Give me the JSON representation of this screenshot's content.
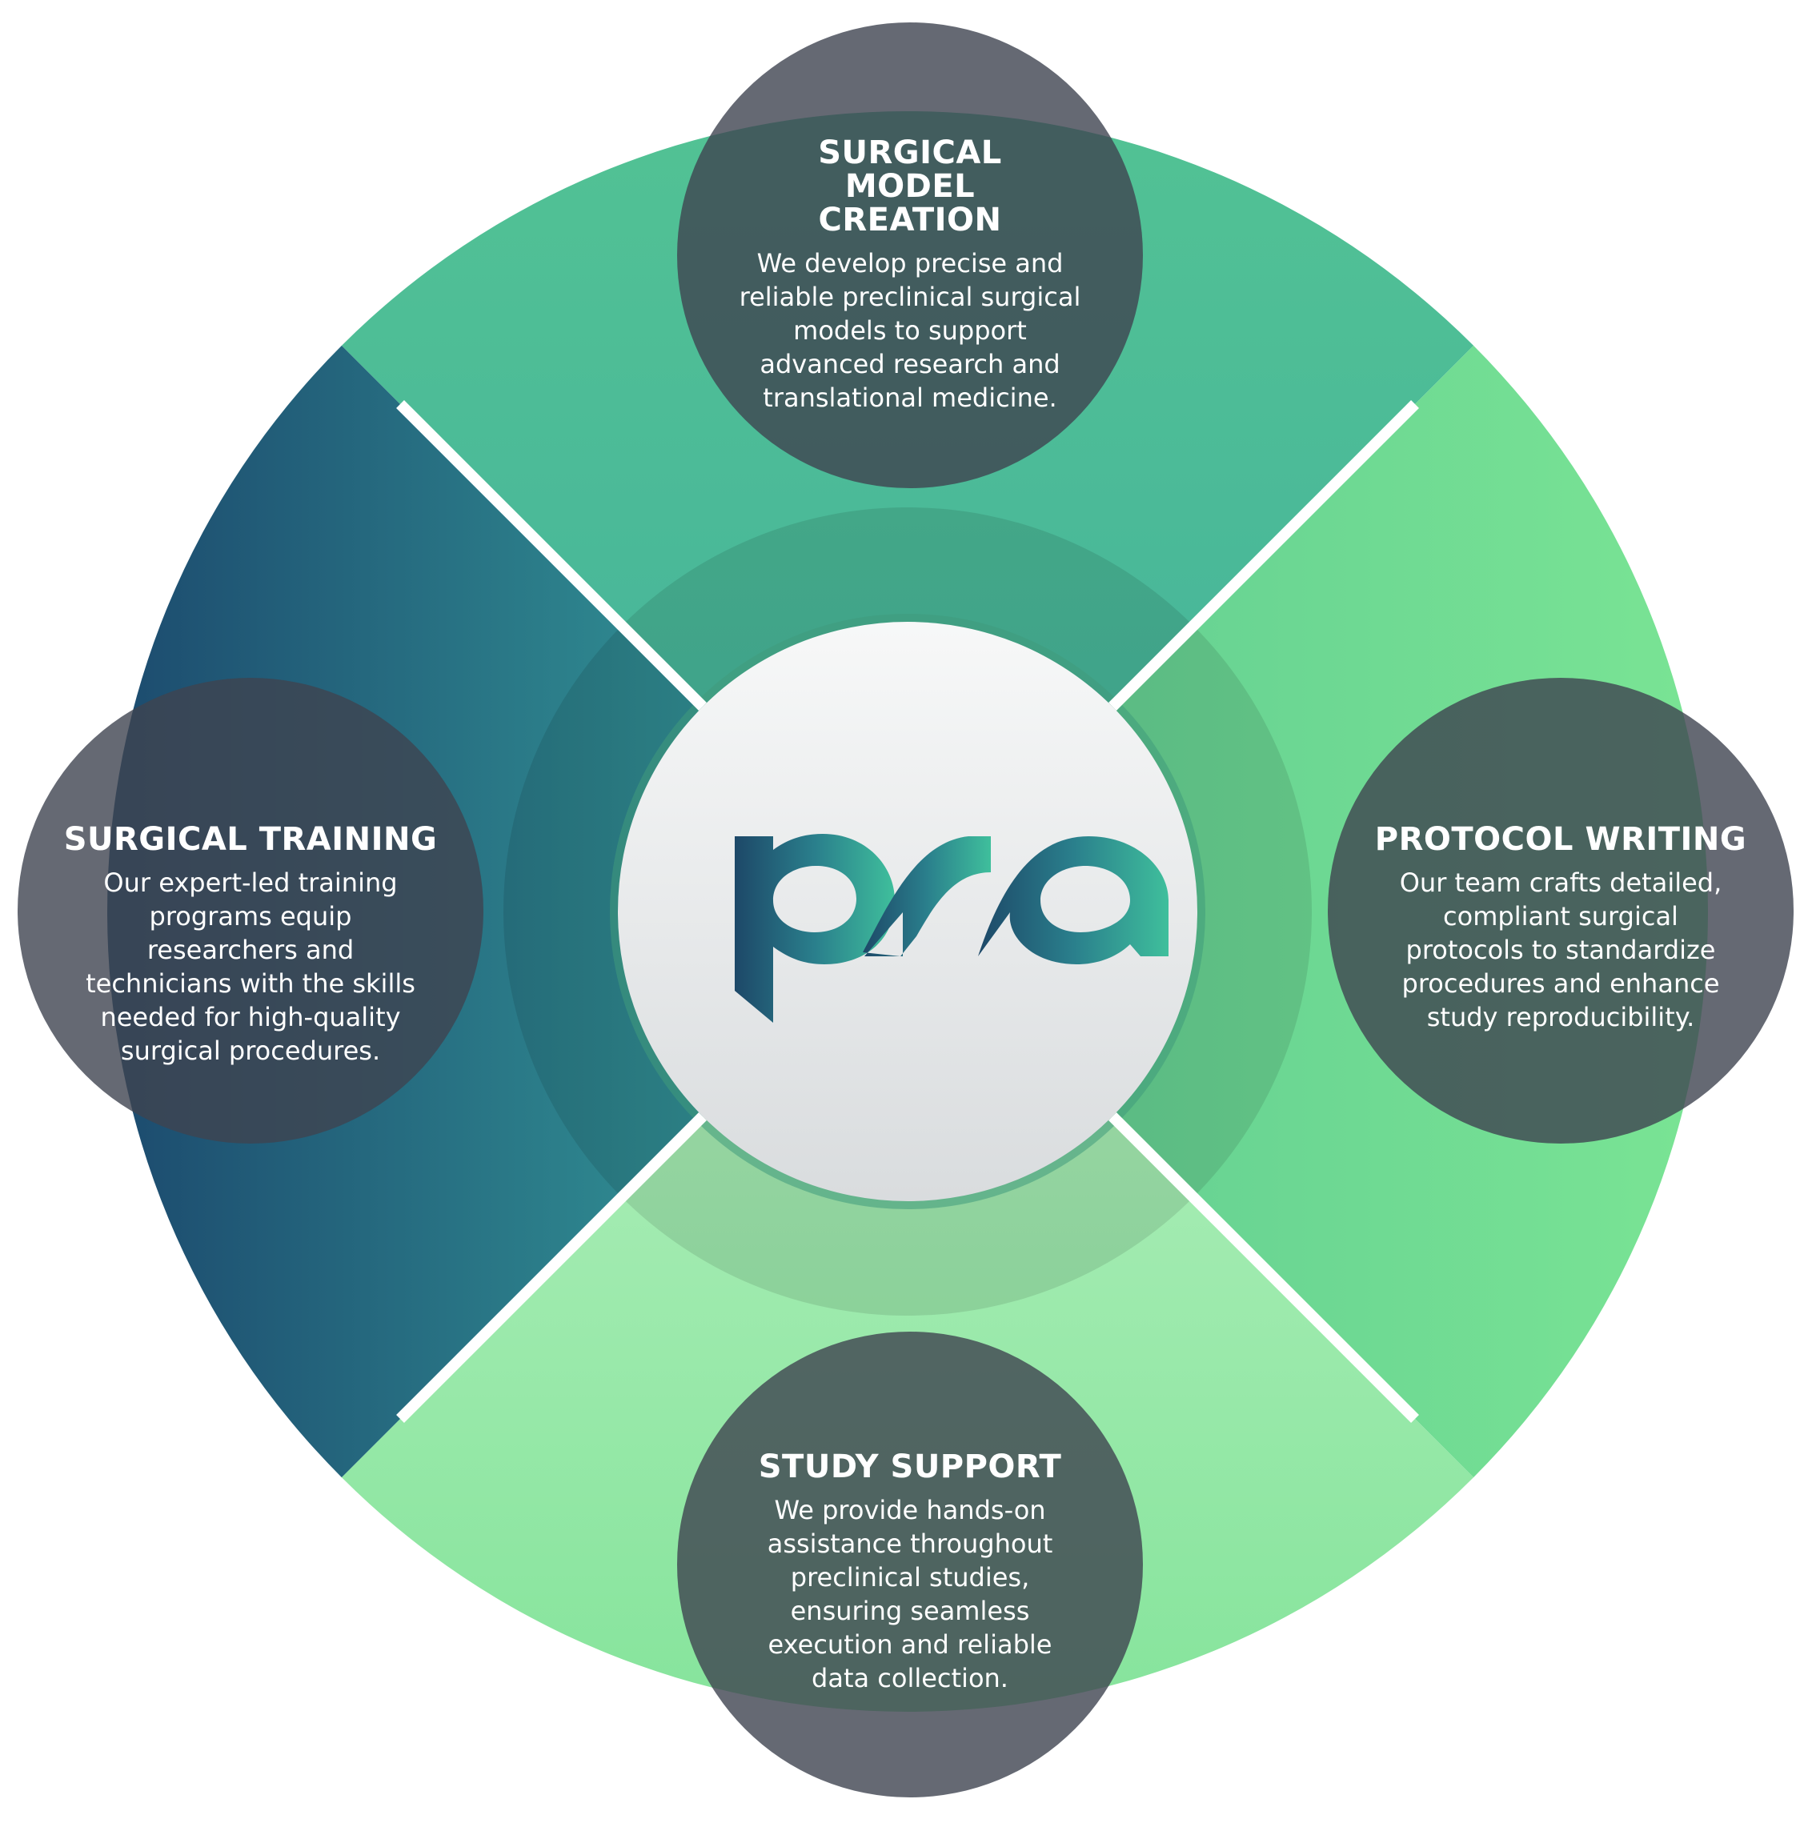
{
  "logo": {
    "text": "pra"
  },
  "colors": {
    "top_segment": "#4dbb95",
    "right_segment": "#6dd993",
    "bottom_segment": "#93e8a8",
    "left_segment_dark": "#1e4e6e",
    "left_segment_light": "#36a3a0",
    "info_circle": "#4a4e5a",
    "center_circle": "#eceef0",
    "logo_dark": "#1d4a6a",
    "logo_light": "#3db89c"
  },
  "sections": {
    "top": {
      "title": "SURGICAL MODEL CREATION",
      "body": "We develop precise and reliable preclinical surgical models to support advanced research and translational medicine."
    },
    "left": {
      "title": "SURGICAL TRAINING",
      "body": "Our expert-led training programs equip researchers and technicians with the skills needed for high-quality surgical procedures."
    },
    "right": {
      "title": "PROTOCOL WRITING",
      "body": "Our team crafts detailed, compliant surgical protocols to standardize procedures and enhance study reproducibility."
    },
    "bottom": {
      "title": "STUDY SUPPORT",
      "body": "We provide hands-on assistance throughout preclinical studies, ensuring seamless execution and reliable data collection."
    }
  }
}
